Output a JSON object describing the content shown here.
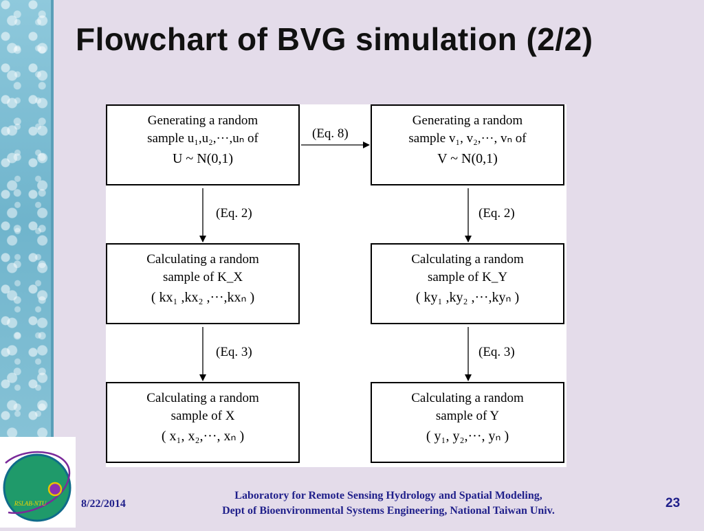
{
  "title": "Flowchart of BVG simulation (2/2)",
  "boxes": {
    "u_sample": {
      "line1": "Generating a random",
      "line2": "sample u₁,u₂,···,uₙ of",
      "line3": "U ~ N(0,1)"
    },
    "v_sample": {
      "line1": "Generating a random",
      "line2": "sample v₁, v₂,···, vₙ of",
      "line3": "V ~ N(0,1)"
    },
    "kx_sample": {
      "line1": "Calculating a random",
      "line2": "sample of K_X",
      "line3": "( kx₁ ,kx₂ ,···,kxₙ )"
    },
    "ky_sample": {
      "line1": "Calculating a random",
      "line2": "sample of K_Y",
      "line3": "( ky₁ ,ky₂ ,···,kyₙ )"
    },
    "x_sample": {
      "line1": "Calculating a random",
      "line2": "sample of X",
      "line3": "( x₁, x₂,···, xₙ )"
    },
    "y_sample": {
      "line1": "Calculating a random",
      "line2": "sample of Y",
      "line3": "( y₁, y₂,···, yₙ )"
    }
  },
  "edges": {
    "u_to_v": "(Eq. 8)",
    "u_to_kx": "(Eq. 2)",
    "v_to_ky": "(Eq. 2)",
    "kx_to_x": "(Eq. 3)",
    "ky_to_y": "(Eq. 3)"
  },
  "footer": {
    "date": "8/22/2014",
    "lab_line1": "Laboratory for Remote Sensing Hydrology and Spatial Modeling,",
    "lab_line2": "Dept of Bioenvironmental Systems Engineering,  National Taiwan Univ.",
    "slide_number": "23"
  },
  "logo": {
    "text": "RSLAB-NTU"
  }
}
